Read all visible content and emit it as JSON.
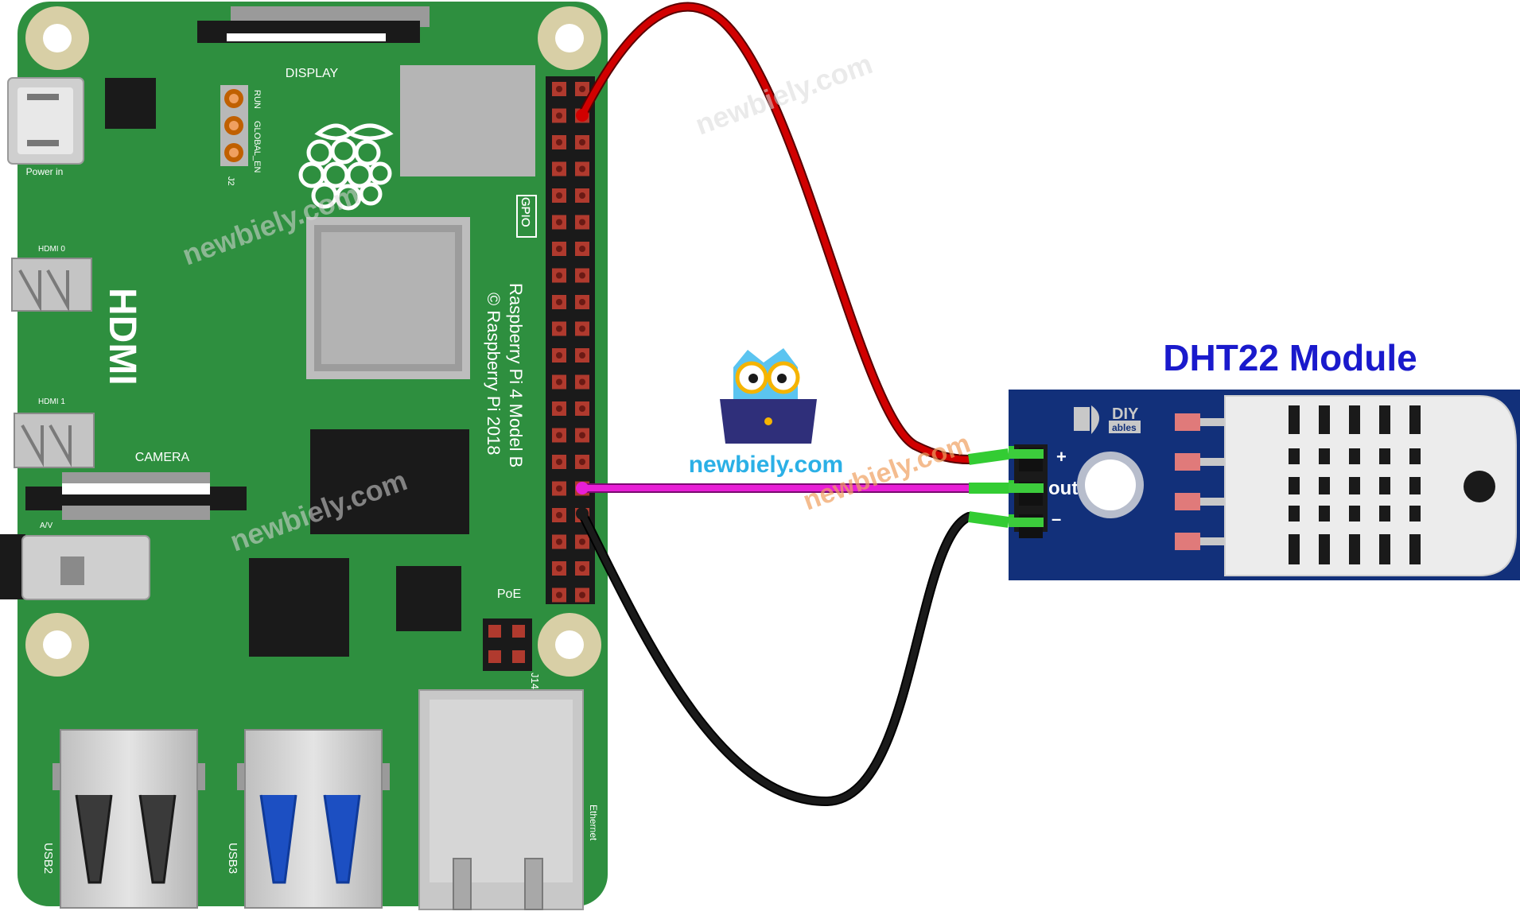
{
  "raspberry_pi": {
    "labels": {
      "display": "DISPLAY",
      "power_in": "Power in",
      "run": "RUN",
      "global_en": "GLOBAL_EN",
      "j2": "J2",
      "gpio": "GPIO",
      "hdmi": "HDMI",
      "hdmi0": "HDMI 0",
      "hdmi1": "HDMI 1",
      "camera": "CAMERA",
      "av": "A/V",
      "poe": "PoE",
      "j14": "J14",
      "usb2": "USB2",
      "usb3": "USB3",
      "ethernet": "Ethernet",
      "model": "Raspberry Pi 4 Model B",
      "copyright": "© Raspberry Pi 2018"
    },
    "colors": {
      "board": "#2e8f3f",
      "pin": "#b03a2e",
      "mount_ring": "#d8cfa6"
    }
  },
  "dht22_module": {
    "title": "DHT22 Module",
    "brand_top": "DIY",
    "brand_bottom": "ables",
    "pin_plus": "+",
    "pin_out": "out",
    "pin_minus": "–",
    "colors": {
      "board": "#12307a",
      "title": "#1a1acc"
    }
  },
  "wires": [
    {
      "name": "vcc",
      "color": "#d10000"
    },
    {
      "name": "data",
      "color": "#e81fd6"
    },
    {
      "name": "gnd",
      "color": "#1a1a1a"
    }
  ],
  "logo": {
    "text": "newbiely.com",
    "color": "#2bb0e6"
  },
  "watermark": "newbiely.com"
}
